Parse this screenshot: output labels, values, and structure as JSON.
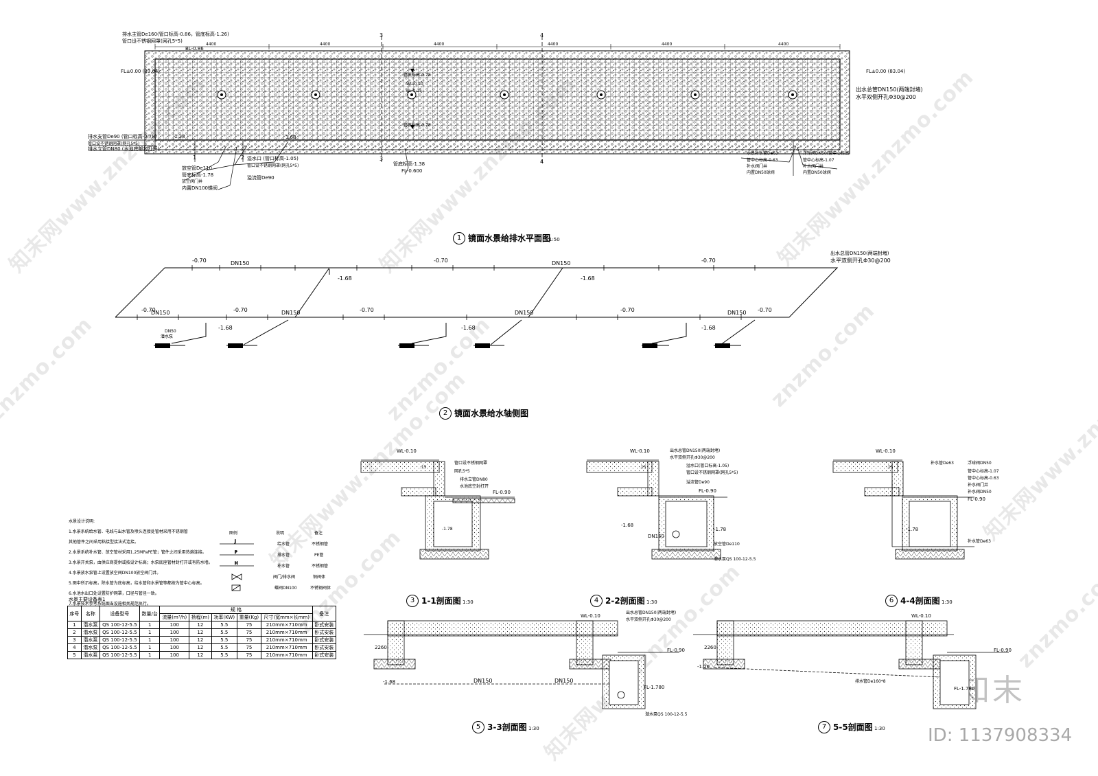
{
  "plan": {
    "title_num": "1",
    "title": "镜面水景给排水平面图",
    "scale": "1:50",
    "labels": {
      "top_left_1": "排水主管De160(管口标高-0.86，管底标高-1.26)",
      "top_left_2": "管口设不锈钢网罩(网孔5*5)",
      "bl": "BL-0.86",
      "fl_left": "FL±0.00 (83.04)",
      "fl_right": "FL±0.00 (83.04)",
      "wl_center": "WL-0.10",
      "bl_center": "BL-0.15",
      "pipe_top": "管底标高-0.78",
      "pipe_bottom": "管底标高-0.78",
      "out_pipe_right": "出水总管DN150(两端封堵)",
      "out_pipe_right2": "水平双侧开孔Φ30@200",
      "drain_left_1": "排水支管De90 (管口标高-0.78)",
      "drain_left_2": "管口设不锈钢网罩(网孔5*5)",
      "drain_left_3": "排水立管DN80 (水池底部封打开)",
      "el_128": "1.28",
      "el_168": "1.68",
      "overflow_1": "溢水口 (管口标高-1.05)",
      "overflow_2": "管口设不锈钢网罩(网孔5*5)",
      "vent": "放空管De110",
      "pipe_el": "管底标高-1.78",
      "gate": "放空阀门井",
      "gate2": "内置DN100蝶阀",
      "overflow_pipe": "溢流管De90",
      "center_el": "管底标高-1.38",
      "center_fl": "FL-0.600",
      "right_supply_1": "水景补水管De63",
      "right_supply_2": "管中心标高-0.63",
      "right_supply_3": "补水阀门井",
      "right_supply_4": "内置DN50球阀",
      "right_float_1": "浮球阀DN50(管中心标高",
      "right_float_2": "管中心标高-1.07",
      "right_float_3": "补水阀门井",
      "right_float_4": "内置DN50球阀",
      "dim": [
        "4400",
        "4400",
        "4400",
        "4400",
        "4400",
        "4400"
      ],
      "axis_3": "3",
      "axis_4": "4",
      "axis_1": "1",
      "axis_2": "2"
    }
  },
  "axon": {
    "title_num": "2",
    "title": "镜面水景给水轴侧图",
    "labels": {
      "out_1": "出水总管DN150(两端封堵)",
      "out_2": "水平双侧开孔Φ30@200",
      "dn150": "DN150",
      "el_070": "-0.70",
      "el_168": "-1.68",
      "pump": "潜水泵",
      "dn50": "DN50"
    }
  },
  "sections": [
    {
      "num": "3",
      "title": "1-1剖面图",
      "scale": "1:30"
    },
    {
      "num": "4",
      "title": "2-2剖面图",
      "scale": "1:30"
    },
    {
      "num": "6",
      "title": "4-4剖面图",
      "scale": "1:30"
    },
    {
      "num": "5",
      "title": "3-3剖面图",
      "scale": "1:30"
    },
    {
      "num": "7",
      "title": "5-5剖面图",
      "scale": "1:30"
    }
  ],
  "section_labels": {
    "wl": "WL-0.10",
    "s1_a": "管口设不锈钢网罩",
    "s1_b": "网孔5*5",
    "s1_c": "排水立管DN80",
    "s1_d": "水池底空封打开",
    "fl_090": "FL-0.90",
    "el_178": "-1.78",
    "el_168": "-1.68",
    "el_15": ".15",
    "s2_a": "出水总管DN150(两端封堵)",
    "s2_b": "水平双侧开孔Φ30@200",
    "s2_c": "溢水口(管口标高-1.05)",
    "s2_d": "管口设不锈钢网罩(网孔5*5)",
    "s2_e": "溢流管De90",
    "s2_f": "放空管De110",
    "s2_g": "潜水泵QS 100-12-5.5",
    "s2_h": "DN150",
    "s6_a": "补水管De63",
    "s6_b": "浮球阀DN50",
    "s6_c": "管中心标高-1.07",
    "s6_d": "补水阀门井",
    "s6_e": "管中心标高-0.63",
    "s6_f": "补水阀DN50",
    "s6_g": "补水管De63",
    "s5_a": "出水总管DN150(两端封堵)",
    "s5_b": "水平双侧开孔Φ30@200",
    "s5_c": "DN150",
    "s5_d": "DN150",
    "s5_e": "FL-1.780",
    "s5_f": "潜水泵QS 100-12-5.5",
    "s5_g": "2260",
    "s7_a": "排水管De160*8",
    "s7_b": "-1.26",
    "s7_c": "FL-1.780",
    "s7_d": "FL-0.90"
  },
  "notes": {
    "heading": "水景设计说明:",
    "items": [
      "1.水景系统给水管、电线与出水管及喷头连接处管材采用不锈钢管",
      "  其他管件之间采用粘接型接法式连接。",
      "2.水景系统补水管、放空管材采用1.25MPaPE管；管件之间采用热熔连接。",
      "3.水景开关泵，由供应商提供或按设计标高；水泵底座管材封打开或有防水墙。",
      "4.水景放水泵管上设置放空阀DN100放空阀门井。",
      "5.图中所示标高，除水管为底标高，给水管和水景管等都按为管中心标高。",
      "6.水池水出口处设置防护网罩，口径与管径一致。",
      "7.水景技术参考系统图当设施相关规范执行。"
    ]
  },
  "legend": {
    "headers": [
      "图例",
      "说明",
      "备注"
    ],
    "rows": [
      {
        "desc": "给水管",
        "note": "不锈钢管"
      },
      {
        "desc": "排水管",
        "note": "PE管"
      },
      {
        "desc": "补水管",
        "note": "不锈钢管"
      },
      {
        "desc": "阀门/排水阀",
        "note": "铜阀体"
      },
      {
        "desc": "蝶阀DN100",
        "note": "不锈钢阀体"
      }
    ]
  },
  "equipment": {
    "caption": "水景主要设备表1",
    "headers": [
      "序号",
      "名称",
      "设备型号",
      "数量/台",
      "流量(m³/h)",
      "扬程(m)",
      "功率(KW)",
      "重量(Kg)",
      "尺寸(宽mm×长mm)",
      "备注"
    ],
    "group_header": "规 格",
    "rows": [
      [
        "1",
        "潜水泵",
        "QS 100-12-5.5",
        "1",
        "100",
        "12",
        "5.5",
        "75",
        "210mm×710mm",
        "卧式安装"
      ],
      [
        "2",
        "潜水泵",
        "QS 100-12-5.5",
        "1",
        "100",
        "12",
        "5.5",
        "75",
        "210mm×710mm",
        "卧式安装"
      ],
      [
        "3",
        "潜水泵",
        "QS 100-12-5.5",
        "1",
        "100",
        "12",
        "5.5",
        "75",
        "210mm×710mm",
        "卧式安装"
      ],
      [
        "4",
        "潜水泵",
        "QS 100-12-5.5",
        "1",
        "100",
        "12",
        "5.5",
        "75",
        "210mm×710mm",
        "卧式安装"
      ],
      [
        "5",
        "潜水泵",
        "QS 100-12-5.5",
        "1",
        "100",
        "12",
        "5.5",
        "75",
        "210mm×710mm",
        "卧式安装"
      ]
    ]
  },
  "watermark": {
    "text": "知末网www.znzmo.com",
    "text2": "znzmo.com",
    "brand": "知末",
    "id": "ID: 1137908334"
  }
}
